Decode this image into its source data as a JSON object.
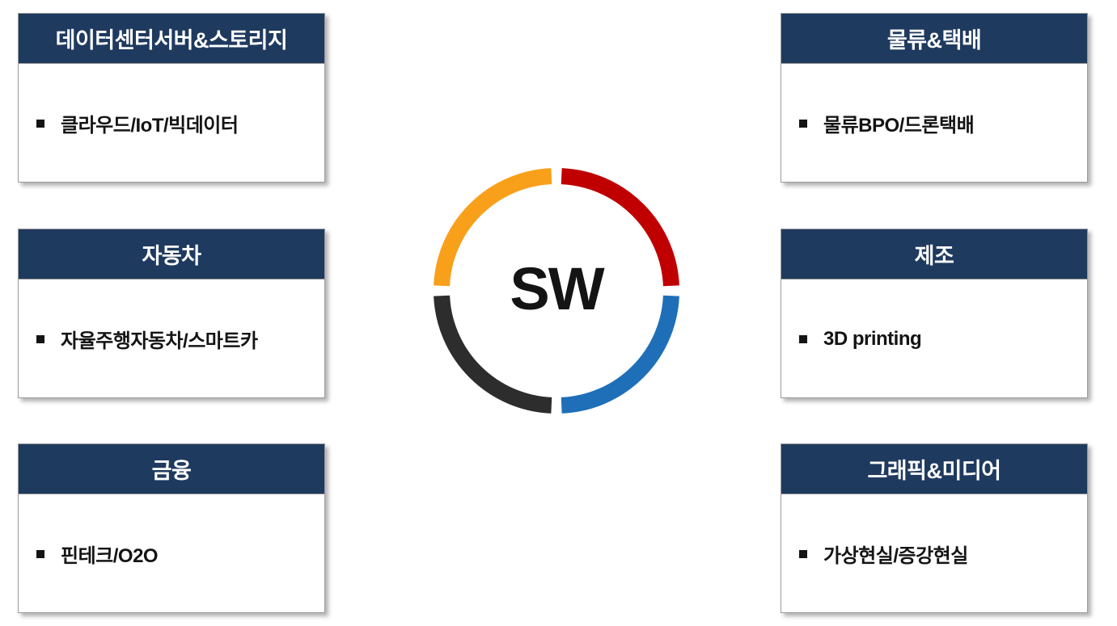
{
  "colors": {
    "header_navy": "#1F3A5F",
    "ring_red": "#C00000",
    "ring_blue": "#1F6FB8",
    "ring_dark": "#2D2D2D",
    "ring_orange": "#F9A01B",
    "text_black": "#141414",
    "header_text": "#FFFFFF"
  },
  "boxes": {
    "left": [
      {
        "title": "데이터센터서버&스토리지",
        "items": [
          "클라우드/IoT/빅데이터"
        ]
      },
      {
        "title": "자동차",
        "items": [
          "자율주행자동차/스마트카"
        ]
      },
      {
        "title": "금융",
        "items": [
          "핀테크/O2O"
        ]
      }
    ],
    "right": [
      {
        "title": "물류&택배",
        "items": [
          "물류BPO/드론택배"
        ]
      },
      {
        "title": "제조",
        "items": [
          "3D printing"
        ]
      },
      {
        "title": "그래픽&미디어",
        "items": [
          "가상현실/증강현실"
        ]
      }
    ]
  },
  "ring": {
    "center_label": "SW",
    "segments": [
      {
        "position": "top-right",
        "color": "#C00000"
      },
      {
        "position": "bottom-right",
        "color": "#1F6FB8"
      },
      {
        "position": "bottom-left",
        "color": "#2D2D2D"
      },
      {
        "position": "top-left",
        "color": "#F9A01B"
      }
    ]
  }
}
